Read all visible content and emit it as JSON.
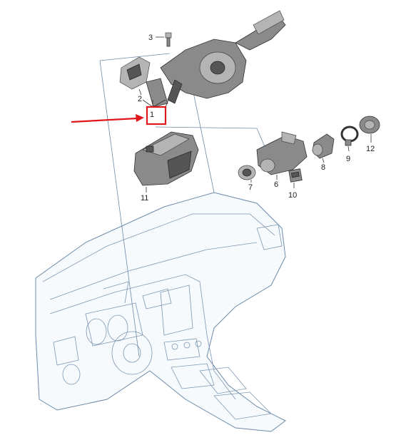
{
  "callouts": {
    "c1": "1",
    "c2": "2",
    "c3": "3",
    "c6": "6",
    "c7": "7",
    "c8": "8",
    "c9": "9",
    "c10": "10",
    "c11": "11",
    "c12": "12"
  },
  "colors": {
    "highlight": "#e0161b",
    "linework": "#6c8aa8",
    "part_fill": "#8a8a8a"
  }
}
